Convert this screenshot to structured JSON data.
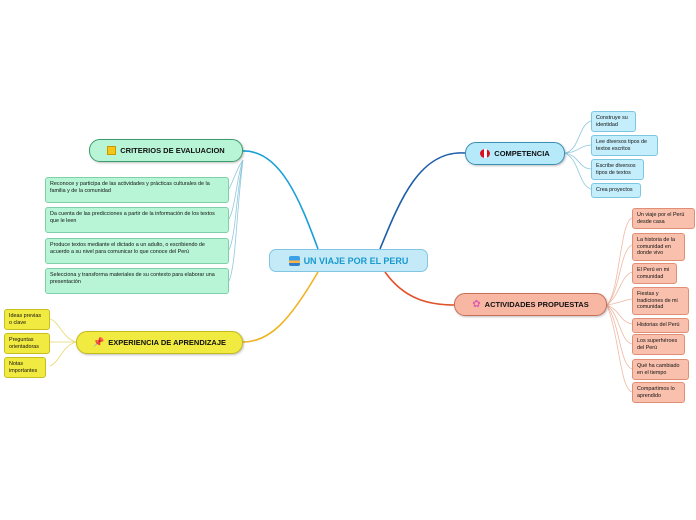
{
  "central": {
    "title": "UN VIAJE POR EL PERU",
    "icon": "sunrise-icon"
  },
  "branches": {
    "criterios": {
      "label": "CRITERIOS DE EVALUACION",
      "icon": "note-icon",
      "items": [
        "Reconoce y participa de las actividades y prácticas culturales de la\nfamilia y de la comunidad",
        "Da cuenta de las predicciones a partir de la información de los textos\nque le leen",
        "Produce textos mediante el dictado a un adulto, o escribiendo de\nacuerdo a su nivel para comunicar lo que conoce del Perú",
        "Selecciona y transforma materiales de su contexto para elaborar una\npresentación"
      ]
    },
    "competencia": {
      "label": "COMPETENCIA",
      "icon": "peru-flag-icon",
      "items": [
        "Construye su\nidentidad",
        "Lee diversos tipos de\ntextos escritos",
        "Escribe diversos\ntipos de textos",
        "Crea proyectos"
      ]
    },
    "actividades": {
      "label": "ACTIVIDADES PROPUESTAS",
      "icon": "flower-icon",
      "items": [
        "Un viaje por el Perú\ndesde casa",
        "La historia de la\ncomunidad en\ndonde vivo",
        "El Perú en mi\ncomunidad",
        "Fiestas y\ntradiciones de mi\ncomunidad",
        "Historias del Perú",
        "Los superhéroes\ndel Perú",
        "Qué ha cambiado\nen el tiempo",
        "Compartimos lo\naprendido"
      ]
    },
    "experiencia": {
      "label": "EXPERIENCIA DE APRENDIZAJE",
      "icon": "pushpin-icon",
      "items": [
        "Ideas previas\no clave",
        "Preguntas\norientadoras",
        "Notas\nimportantes"
      ]
    }
  },
  "colors": {
    "criterios_link": "#1aa0d8",
    "competencia_link": "#1e5ea8",
    "actividades_link": "#e2522a",
    "experiencia_link": "#f0b323"
  }
}
